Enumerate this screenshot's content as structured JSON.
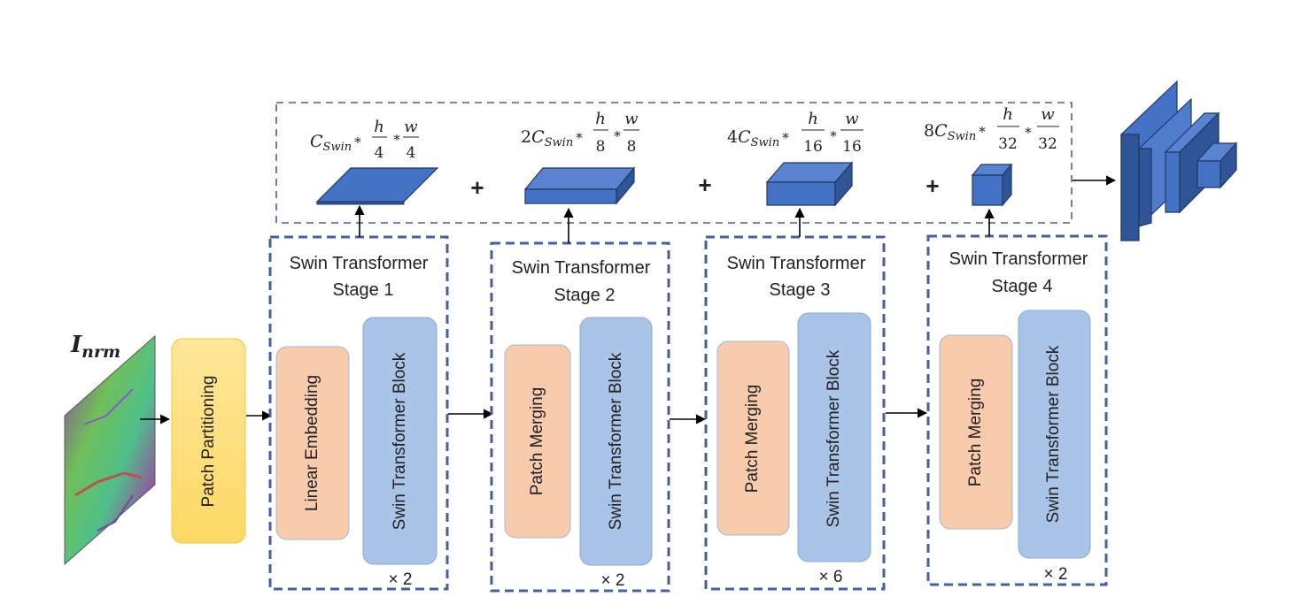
{
  "input": {
    "label_main": "I",
    "label_sub": "nrm"
  },
  "patch_partitioning": {
    "label": "Patch Partitioning"
  },
  "stages": [
    {
      "title_line1": "Swin Transformer",
      "title_line2": "Stage 1",
      "first_block": "Linear Embedding",
      "second_block": "Swin Transformer Block",
      "repeat": "× 2"
    },
    {
      "title_line1": "Swin Transformer",
      "title_line2": "Stage 2",
      "first_block": "Patch Merging",
      "second_block": "Swin Transformer Block",
      "repeat": "× 2"
    },
    {
      "title_line1": "Swin Transformer",
      "title_line2": "Stage 3",
      "first_block": "Patch Merging",
      "second_block": "Swin Transformer Block",
      "repeat": "× 6"
    },
    {
      "title_line1": "Swin Transformer",
      "title_line2": "Stage 4",
      "first_block": "Patch Merging",
      "second_block": "Swin Transformer Block",
      "repeat": "× 2"
    }
  ],
  "features": [
    {
      "coef": "",
      "C": "C",
      "sub": "Swin",
      "star": "*",
      "h": "h",
      "hden": "4",
      "w": "w",
      "wden": "4"
    },
    {
      "coef": "2",
      "C": "C",
      "sub": "Swin",
      "star": "*",
      "h": "h",
      "hden": "8",
      "w": "w",
      "wden": "8"
    },
    {
      "coef": "4",
      "C": "C",
      "sub": "Swin",
      "star": "*",
      "h": "h",
      "hden": "16",
      "w": "w",
      "wden": "16"
    },
    {
      "coef": "8",
      "C": "C",
      "sub": "Swin",
      "star": "*",
      "h": "h",
      "hden": "32",
      "w": "w",
      "wden": "32"
    }
  ],
  "plus_sign": "+",
  "colors": {
    "dash_border": "#4a5fa0",
    "cube_face": "#4472c4",
    "cube_top": "#5a84d0",
    "cube_side": "#2f5597",
    "cube_edge": "#203864",
    "peach": "#f8cbad",
    "light_blue": "#a9c4e6",
    "yellow_top": "#ffe699",
    "yellow_bottom": "#ffd966"
  }
}
